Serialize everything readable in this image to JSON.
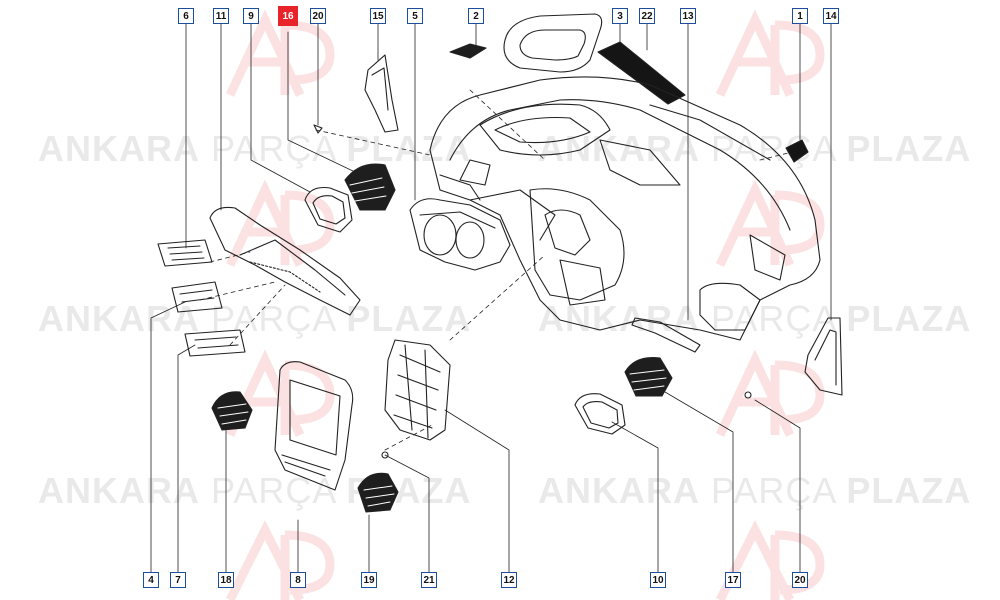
{
  "watermark": {
    "brand_a": "ANKARA",
    "brand_b": "PARÇA",
    "brand_c": "PLAZA",
    "logo_color": "#e8232a"
  },
  "colors": {
    "line": "#222222",
    "callout_border": "#1b4f9c",
    "highlight": "#e8232a"
  },
  "highlighted_callout": "16",
  "callouts_top": [
    "6",
    "11",
    "9",
    "16",
    "20",
    "15",
    "5",
    "2",
    "3",
    "22",
    "13",
    "1",
    "14"
  ],
  "callouts_bottom": [
    "4",
    "7",
    "18",
    "8",
    "19",
    "21",
    "12",
    "10",
    "17",
    "20"
  ]
}
